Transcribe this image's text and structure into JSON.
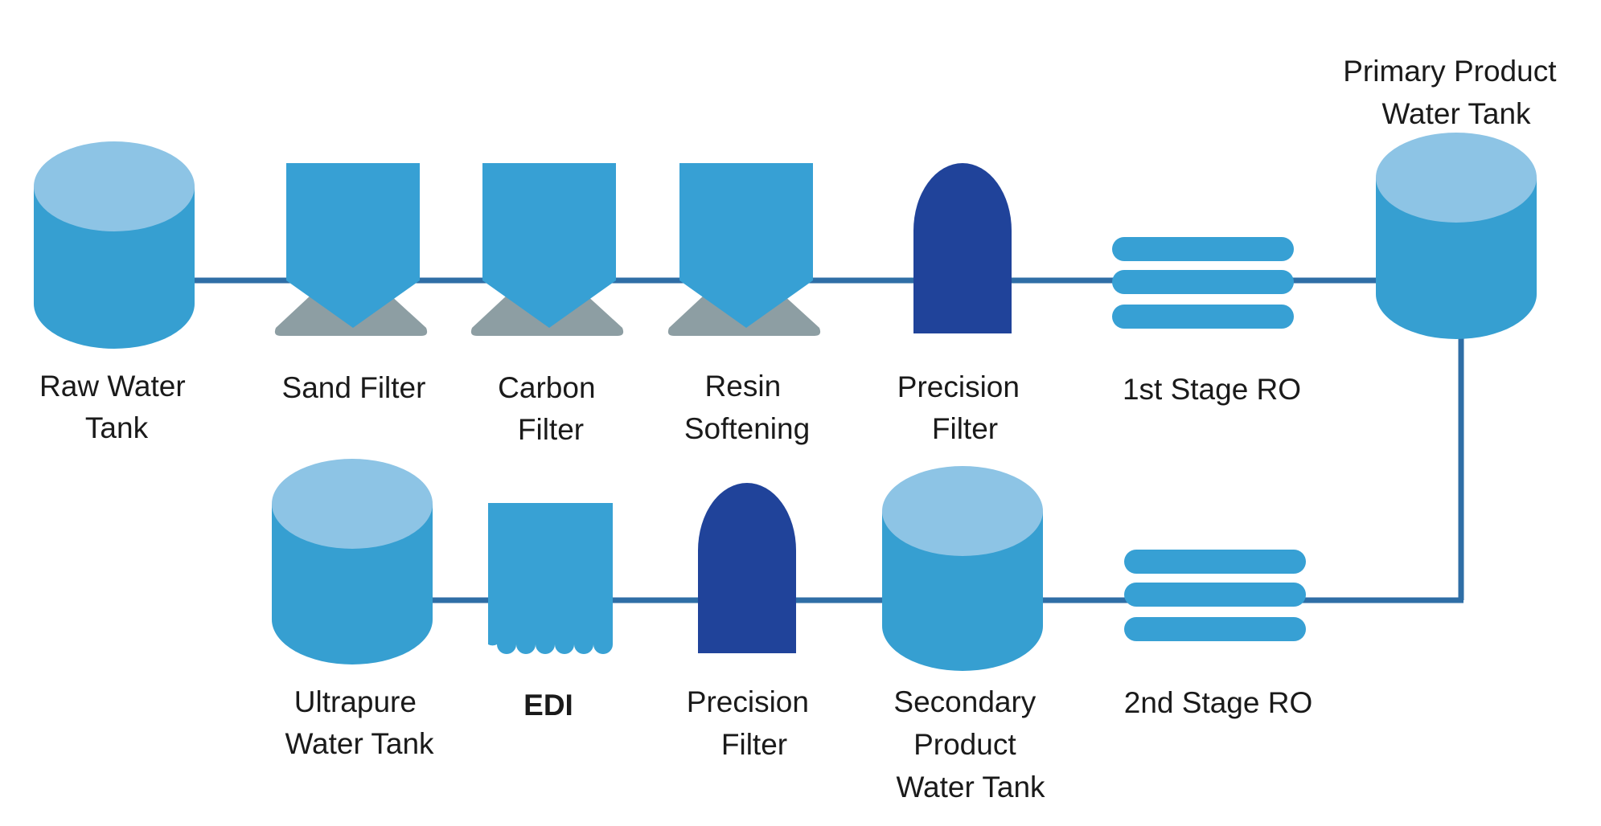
{
  "colors": {
    "pipe": "#2f6ea6",
    "tank_body": "#369fd1",
    "tank_top": "#8dc4e5",
    "filter_body": "#37a0d4",
    "filter_base": "#8d9ea3",
    "precision_filter": "#20439a",
    "ro_membrane": "#37a0d4",
    "edi_body": "#38a1d4",
    "text": "#1a1a1a"
  },
  "icons": {
    "tank": "cylinder-tank-icon",
    "media_filter": "media-filter-icon",
    "precision_filter": "cartridge-filter-icon",
    "ro": "ro-membrane-icon",
    "edi": "edi-module-icon"
  },
  "labels": {
    "raw_water_tank": [
      "Raw Water",
      "Tank"
    ],
    "sand_filter": [
      "Sand Filter"
    ],
    "carbon_filter": [
      "Carbon",
      "Filter"
    ],
    "resin_softening": [
      "Resin",
      "Softening"
    ],
    "precision_filter_1": [
      "Precision",
      "Filter"
    ],
    "ro_1": [
      "1st Stage RO"
    ],
    "primary_tank": [
      "Primary Product",
      "Water Tank"
    ],
    "ro_2": [
      "2nd Stage RO"
    ],
    "secondary_tank": [
      "Secondary",
      "Product",
      "Water Tank"
    ],
    "precision_filter_2": [
      "Precision",
      "Filter"
    ],
    "edi": [
      "EDI"
    ],
    "ultrapure_tank": [
      "Ultrapure",
      "Water Tank"
    ]
  }
}
